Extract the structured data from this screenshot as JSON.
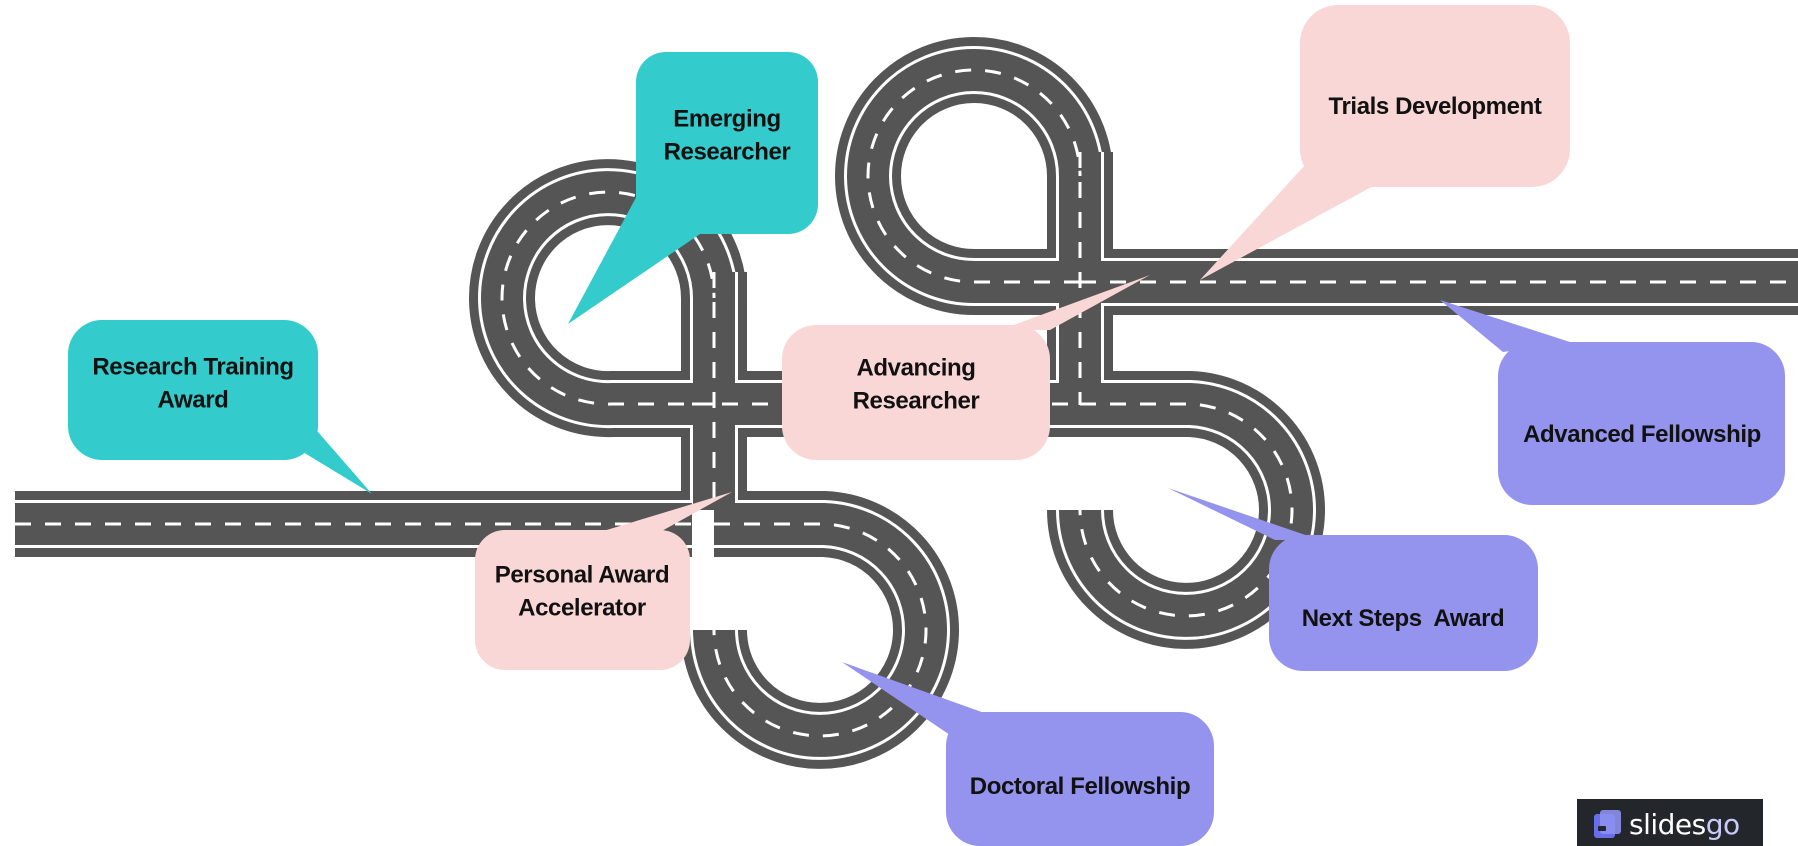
{
  "colors": {
    "road": "#555555",
    "road_edge": "#ffffff",
    "lane_mark": "#ffffff",
    "teal": "#34CBCC",
    "pink": "#F9D7D6",
    "periwinkle": "#9494EE",
    "text": "#111111",
    "brand_bg": "#23262B"
  },
  "callouts": [
    {
      "id": "research-training-award",
      "lines": [
        "Research Training",
        "Award"
      ],
      "color": "teal"
    },
    {
      "id": "emerging-researcher",
      "lines": [
        "Emerging",
        "Researcher"
      ],
      "color": "teal"
    },
    {
      "id": "advancing-researcher",
      "lines": [
        "Advancing",
        "Researcher"
      ],
      "color": "pink"
    },
    {
      "id": "trials-development",
      "lines": [
        "Trials Development"
      ],
      "color": "pink"
    },
    {
      "id": "personal-award-accelerator",
      "lines": [
        "Personal Award",
        "Accelerator"
      ],
      "color": "pink"
    },
    {
      "id": "advanced-fellowship",
      "lines": [
        "Advanced Fellowship"
      ],
      "color": "periwinkle"
    },
    {
      "id": "next-steps-award",
      "lines": [
        "Next Steps  Award"
      ],
      "color": "periwinkle"
    },
    {
      "id": "doctoral-fellowship",
      "lines": [
        "Doctoral Fellowship"
      ],
      "color": "periwinkle"
    }
  ],
  "brand": {
    "name_main": "slides",
    "name_tail": "go",
    "icon": "slidesgo-logo-icon"
  }
}
